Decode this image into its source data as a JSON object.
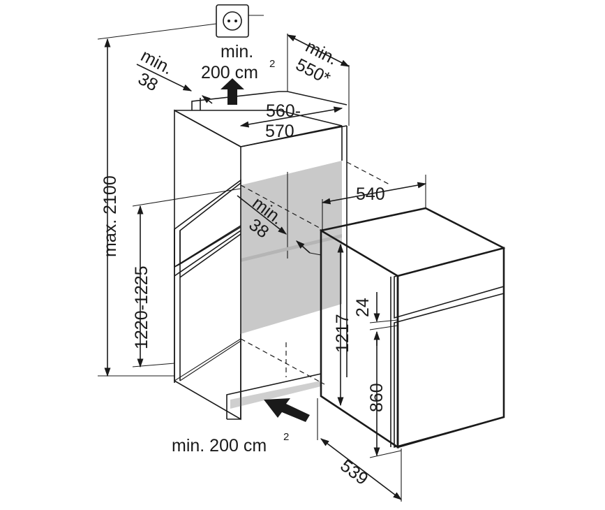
{
  "colors": {
    "line": "#1a1a1a",
    "niche_fill": "#c9c9c9",
    "niche_light": "#e6e6e6",
    "background": "#ffffff"
  },
  "icons": {
    "socket": "power-socket-icon"
  },
  "labels": {
    "top_vent_min": "min.",
    "top_vent_area": "200 cm",
    "top_vent_sup": "2",
    "bottom_vent_area": "min. 200 cm",
    "bottom_vent_sup": "2",
    "top_gap_min": "min.",
    "top_gap_val": "38",
    "depth_min": "min.",
    "depth_val": "550*",
    "width_a": "560-",
    "width_b": "570",
    "inner_gap_min": "min.",
    "inner_gap_val": "38",
    "appliance_depth": "540",
    "max_height": "max. 2100",
    "niche_height": "1220-1225",
    "appliance_height": "1217",
    "door_gap": "24",
    "lower_door": "860",
    "appliance_width": "539"
  }
}
